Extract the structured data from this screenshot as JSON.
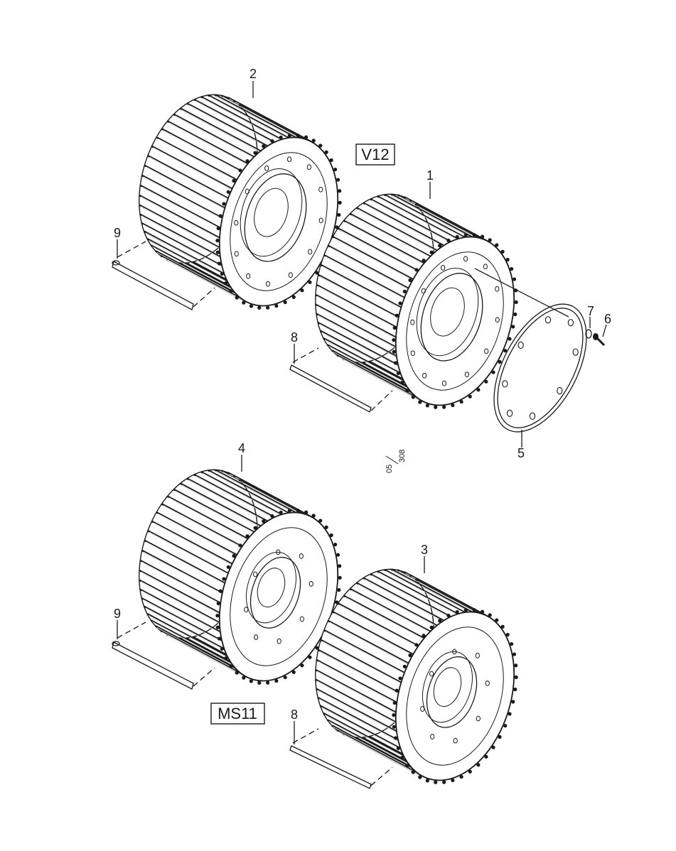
{
  "variants": {
    "upper": "V12",
    "lower": "MS11"
  },
  "callouts": {
    "c1": "1",
    "c2": "2",
    "c3": "3",
    "c4": "4",
    "c5": "5",
    "c6": "6",
    "c7": "7",
    "c8a": "8",
    "c9a": "9",
    "c8b": "8",
    "c9b": "9"
  },
  "drawing_ref": {
    "top": "05",
    "bottom": "308"
  }
}
